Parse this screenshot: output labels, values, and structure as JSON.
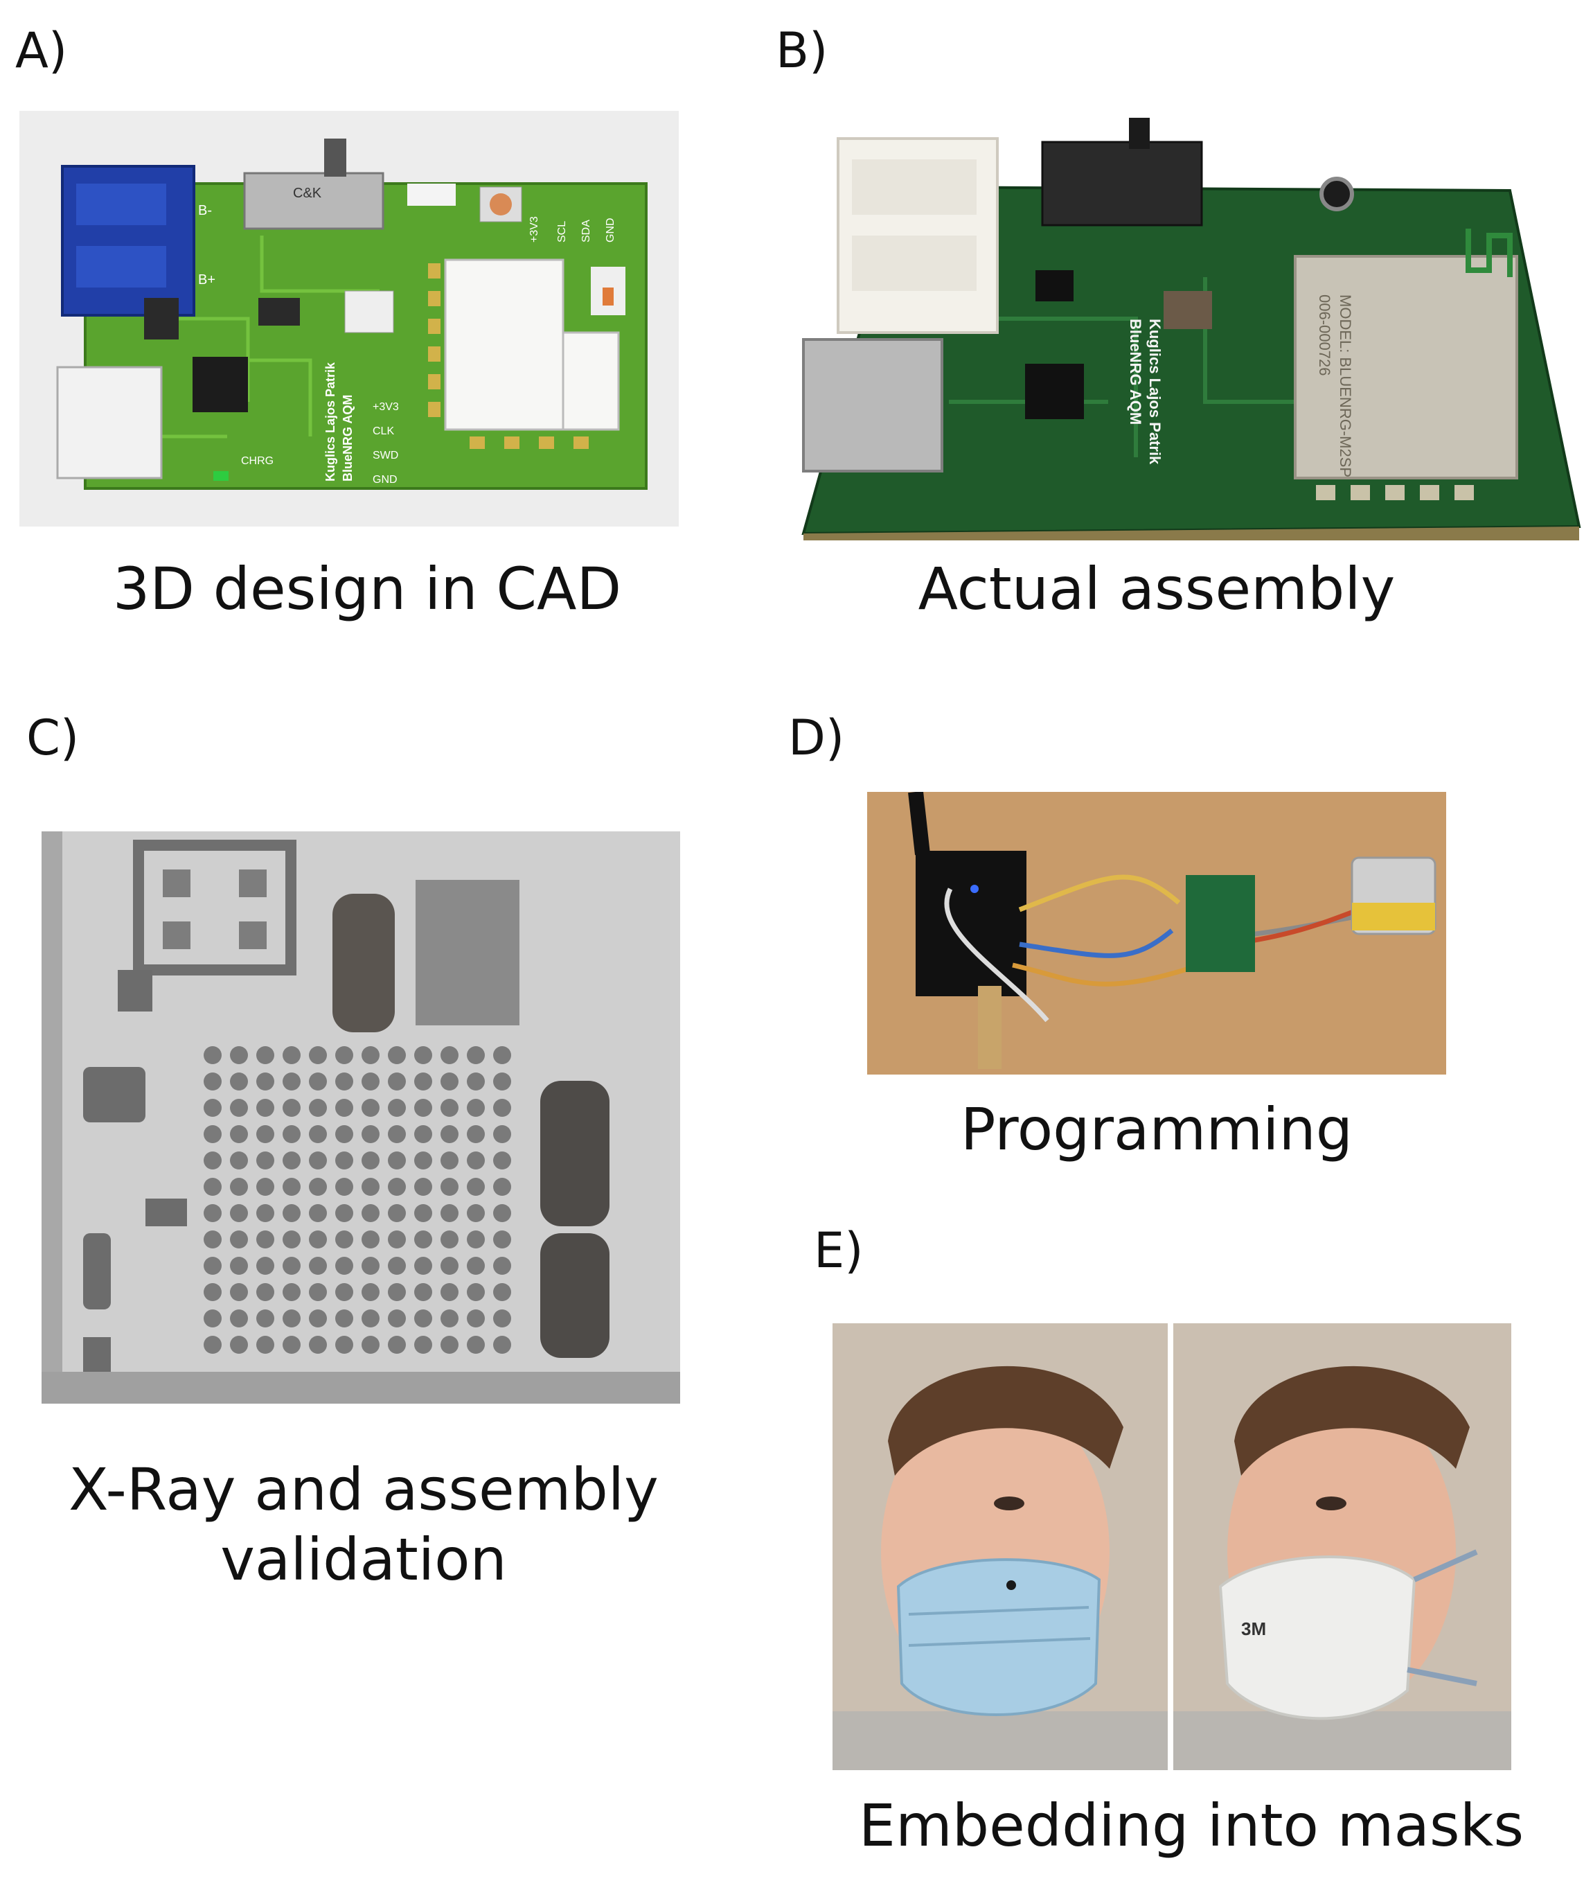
{
  "panels": {
    "a": {
      "letter": "A)",
      "caption": "3D design in CAD",
      "board_labels": {
        "b_minus": "B-",
        "b_plus": "B+",
        "switch_brand": "C&K",
        "pin_3v3": "+3V3",
        "pin_scl": "SCL",
        "pin_sda": "SDA",
        "pin_gnd": "GND",
        "author_line1": "Kuglics Lajos Patrik",
        "author_line2": "BlueNRG AQM",
        "prog_3v3": "+3V3",
        "prog_clk": "CLK",
        "prog_swd": "SWD",
        "prog_gnd": "GND",
        "chrg": "CHRG"
      }
    },
    "b": {
      "letter": "B)",
      "caption": "Actual assembly",
      "board_labels": {
        "author_line1": "Kuglics Lajos Patrik",
        "author_line2": "BlueNRG AQM",
        "module_line1": "006-000726",
        "module_line2": "MODEL: BLUENRG-M2SP"
      }
    },
    "c": {
      "letter": "C)",
      "caption_line1": "X-Ray and assembly",
      "caption_line2": "validation"
    },
    "d": {
      "letter": "D)",
      "caption": "Programming"
    },
    "e": {
      "letter": "E)",
      "caption": "Embedding into masks",
      "mask_brand": "3M"
    }
  },
  "colors": {
    "pcb_green": "#4f9a2a",
    "connector_blue": "#1f3ea3",
    "xray_gray": "#9a9a9a",
    "desk": "#c79a68"
  }
}
